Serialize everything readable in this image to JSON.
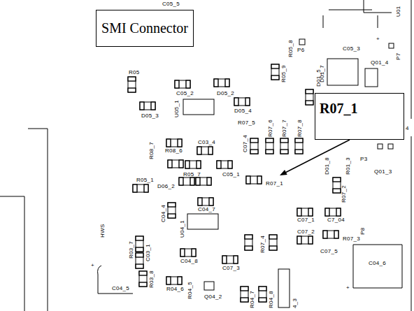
{
  "diagram": {
    "nodes": [
      {
        "text": [
          "SMI Connector"
        ]
      },
      {
        "text": [
          "R07_1"
        ]
      }
    ],
    "labels": [
      "C05_5",
      "U01",
      "C05_3",
      "+",
      "P6",
      "P7",
      "Q01_4",
      "R05_8",
      "R05_9",
      "D01_5",
      "D01_7",
      "R05",
      "C05_2",
      "D05_2",
      "D05_3",
      "U05_1",
      "D05_4",
      "R07_5",
      "C07_4",
      "R07_6",
      "R07_7",
      "R07_8",
      "R08_7",
      "R08_6",
      "C03_4",
      "R05_7",
      "C05_1",
      "D06_2",
      "R07_1",
      "R05_1",
      "D01_8",
      "R01_3",
      "P3",
      "Q01_3",
      "4",
      "C04_7",
      "C04_4",
      "U04_1",
      "R07_2",
      "C07_1",
      "C7_04",
      "HWS",
      "P8",
      "R03_7",
      "C03_1",
      "R07_4",
      "C07_2",
      "R07_3",
      "C07_5",
      "C04_6",
      "+",
      "C04_8",
      "C07_3",
      "R03_8",
      "C04_5",
      "+",
      "R04_6",
      "R04_5",
      "Q04_2",
      "R04_7",
      "R04_8",
      "4_3"
    ]
  }
}
